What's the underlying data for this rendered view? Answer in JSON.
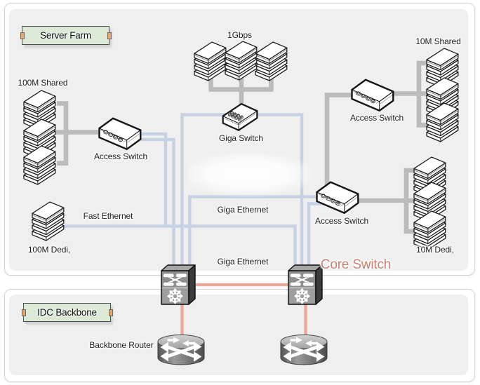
{
  "diagram": {
    "panels": [
      {
        "id": "server-farm",
        "title": "Server Farm"
      },
      {
        "id": "idc-backbone",
        "title": "IDC Backbone"
      }
    ],
    "labels": {
      "shared_100m": "100M Shared",
      "gbps_1": "1Gbps",
      "shared_10m": "10M Shared",
      "access_switch_left": "Access Switch",
      "access_switch_top_right": "Access Switch",
      "access_switch_bottom_right": "Access Switch",
      "giga_switch": "Giga Switch",
      "fast_ethernet": "Fast Ethernet",
      "giga_ethernet_upper": "Giga Ethernet",
      "giga_ethernet_lower": "Giga Ethernet",
      "dedi_100m": "100M Dedi,",
      "dedi_10m": "10M Dedi,",
      "core_switch": "Core Switch",
      "backbone_router": "Backbone Router"
    },
    "colors": {
      "panel_fill": "#efefef",
      "panel_border": "#d3d3d3",
      "server_link": "#bcbcbc",
      "giga_link": "#c6d2e3",
      "core_link": "#edaa9b",
      "title_fill": "#dce9d7",
      "title_tab": "#e9a563",
      "core_switch_text": "#c8806f"
    }
  }
}
